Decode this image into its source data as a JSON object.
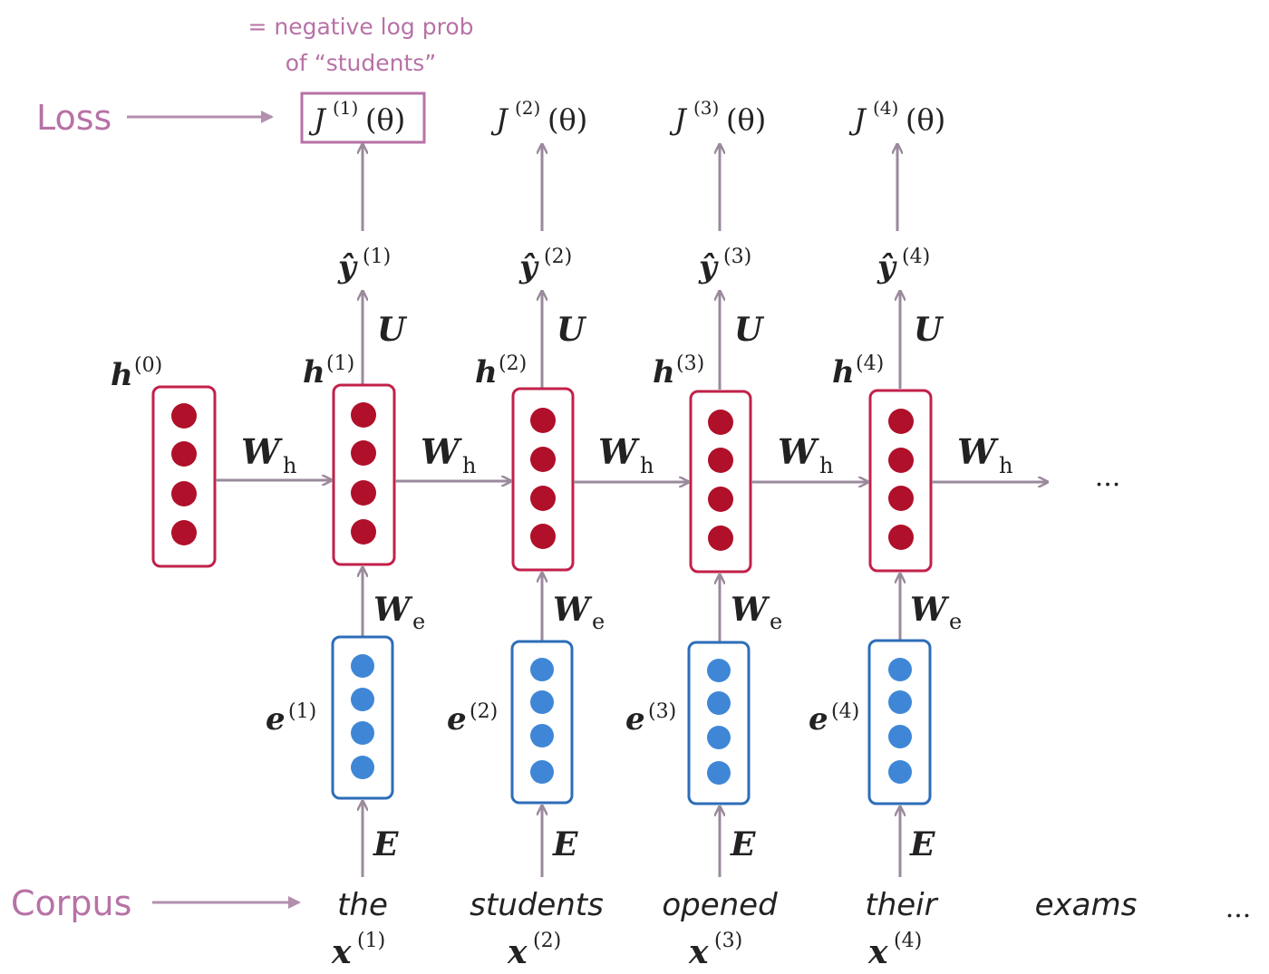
{
  "annotation": {
    "line1": "= negative log prob",
    "line2": "of “students”"
  },
  "row_labels": {
    "loss": "Loss",
    "corpus": "Corpus"
  },
  "initial_hidden": {
    "name": "h",
    "sup": "(0)"
  },
  "steps": [
    {
      "loss": "J",
      "loss_sup": "(1)",
      "loss_arg": "(θ)",
      "yhat": "ŷ",
      "yhat_sup": "(1)",
      "U": "U",
      "h": "h",
      "h_sup": "(1)",
      "We": "W",
      "We_sub": "e",
      "e": "e",
      "e_sup": "(1)",
      "E": "E",
      "word": "the",
      "x": "x",
      "x_sup": "(1)",
      "boxed_loss": true
    },
    {
      "loss": "J",
      "loss_sup": "(2)",
      "loss_arg": "(θ)",
      "yhat": "ŷ",
      "yhat_sup": "(2)",
      "U": "U",
      "h": "h",
      "h_sup": "(2)",
      "We": "W",
      "We_sub": "e",
      "e": "e",
      "e_sup": "(2)",
      "E": "E",
      "word": "students",
      "x": "x",
      "x_sup": "(2)",
      "boxed_loss": false
    },
    {
      "loss": "J",
      "loss_sup": "(3)",
      "loss_arg": "(θ)",
      "yhat": "ŷ",
      "yhat_sup": "(3)",
      "U": "U",
      "h": "h",
      "h_sup": "(3)",
      "We": "W",
      "We_sub": "e",
      "e": "e",
      "e_sup": "(3)",
      "E": "E",
      "word": "opened",
      "x": "x",
      "x_sup": "(3)",
      "boxed_loss": false
    },
    {
      "loss": "J",
      "loss_sup": "(4)",
      "loss_arg": "(θ)",
      "yhat": "ŷ",
      "yhat_sup": "(4)",
      "U": "U",
      "h": "h",
      "h_sup": "(4)",
      "We": "W",
      "We_sub": "e",
      "e": "e",
      "e_sup": "(4)",
      "E": "E",
      "word": "their",
      "x": "x",
      "x_sup": "(4)",
      "boxed_loss": false
    }
  ],
  "recurrent_weight": {
    "name": "W",
    "sub": "h"
  },
  "trailing_word": "exams",
  "ellipsis_hidden": "...",
  "ellipsis_corpus": "...",
  "colors": {
    "hidden_border": "#c2204a",
    "hidden_dot": "#b0102a",
    "embed_border": "#2d6db8",
    "embed_dot": "#3f87d6",
    "label_pink": "#b772a6",
    "arrow_gray": "#9a8a9c"
  }
}
